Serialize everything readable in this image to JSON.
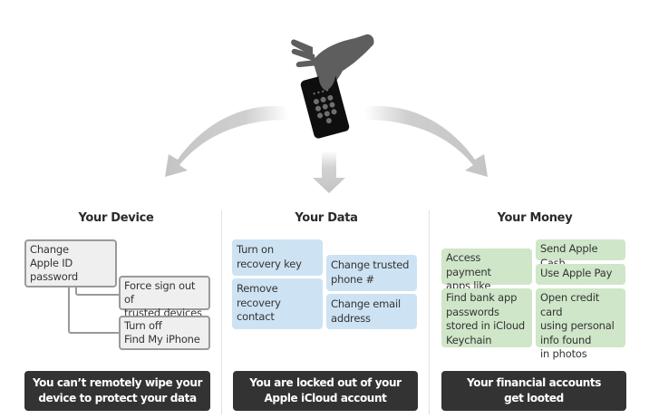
{
  "illustration": {
    "hand_icon": "hand-icon",
    "phone_icon": "phone-keypad-icon",
    "arrows": [
      "arrow-left-icon",
      "arrow-down-icon",
      "arrow-right-icon"
    ]
  },
  "colors": {
    "device_box_bg": "#efefef",
    "device_box_border": "#9a9a9a",
    "data_box_bg": "#cde3f3",
    "money_box_bg": "#cfe6c8",
    "banner_bg": "#333333",
    "arrow_gray": "#c4c4c4"
  },
  "columns": {
    "device": {
      "title": "Your Device",
      "items": [
        "Change\nApple ID\npassword",
        "Force sign out of\ntrusted devices",
        "Turn off\nFind My iPhone"
      ],
      "banner": "You can’t remotely wipe your\ndevice to protect your data"
    },
    "data": {
      "title": "Your Data",
      "items": [
        "Turn on\nrecovery key",
        "Remove\nrecovery\ncontact",
        "Change trusted\nphone #",
        "Change email\naddress"
      ],
      "banner": "You are locked out of your\nApple iCloud account"
    },
    "money": {
      "title": "Your Money",
      "items": [
        "Access payment\napps like Venmo",
        "Send Apple Cash",
        "Use Apple Pay",
        "Find bank app\npasswords\nstored in iCloud\nKeychain",
        "Open credit card\nusing personal\ninfo found\nin photos"
      ],
      "banner": "Your financial accounts\nget looted"
    }
  }
}
